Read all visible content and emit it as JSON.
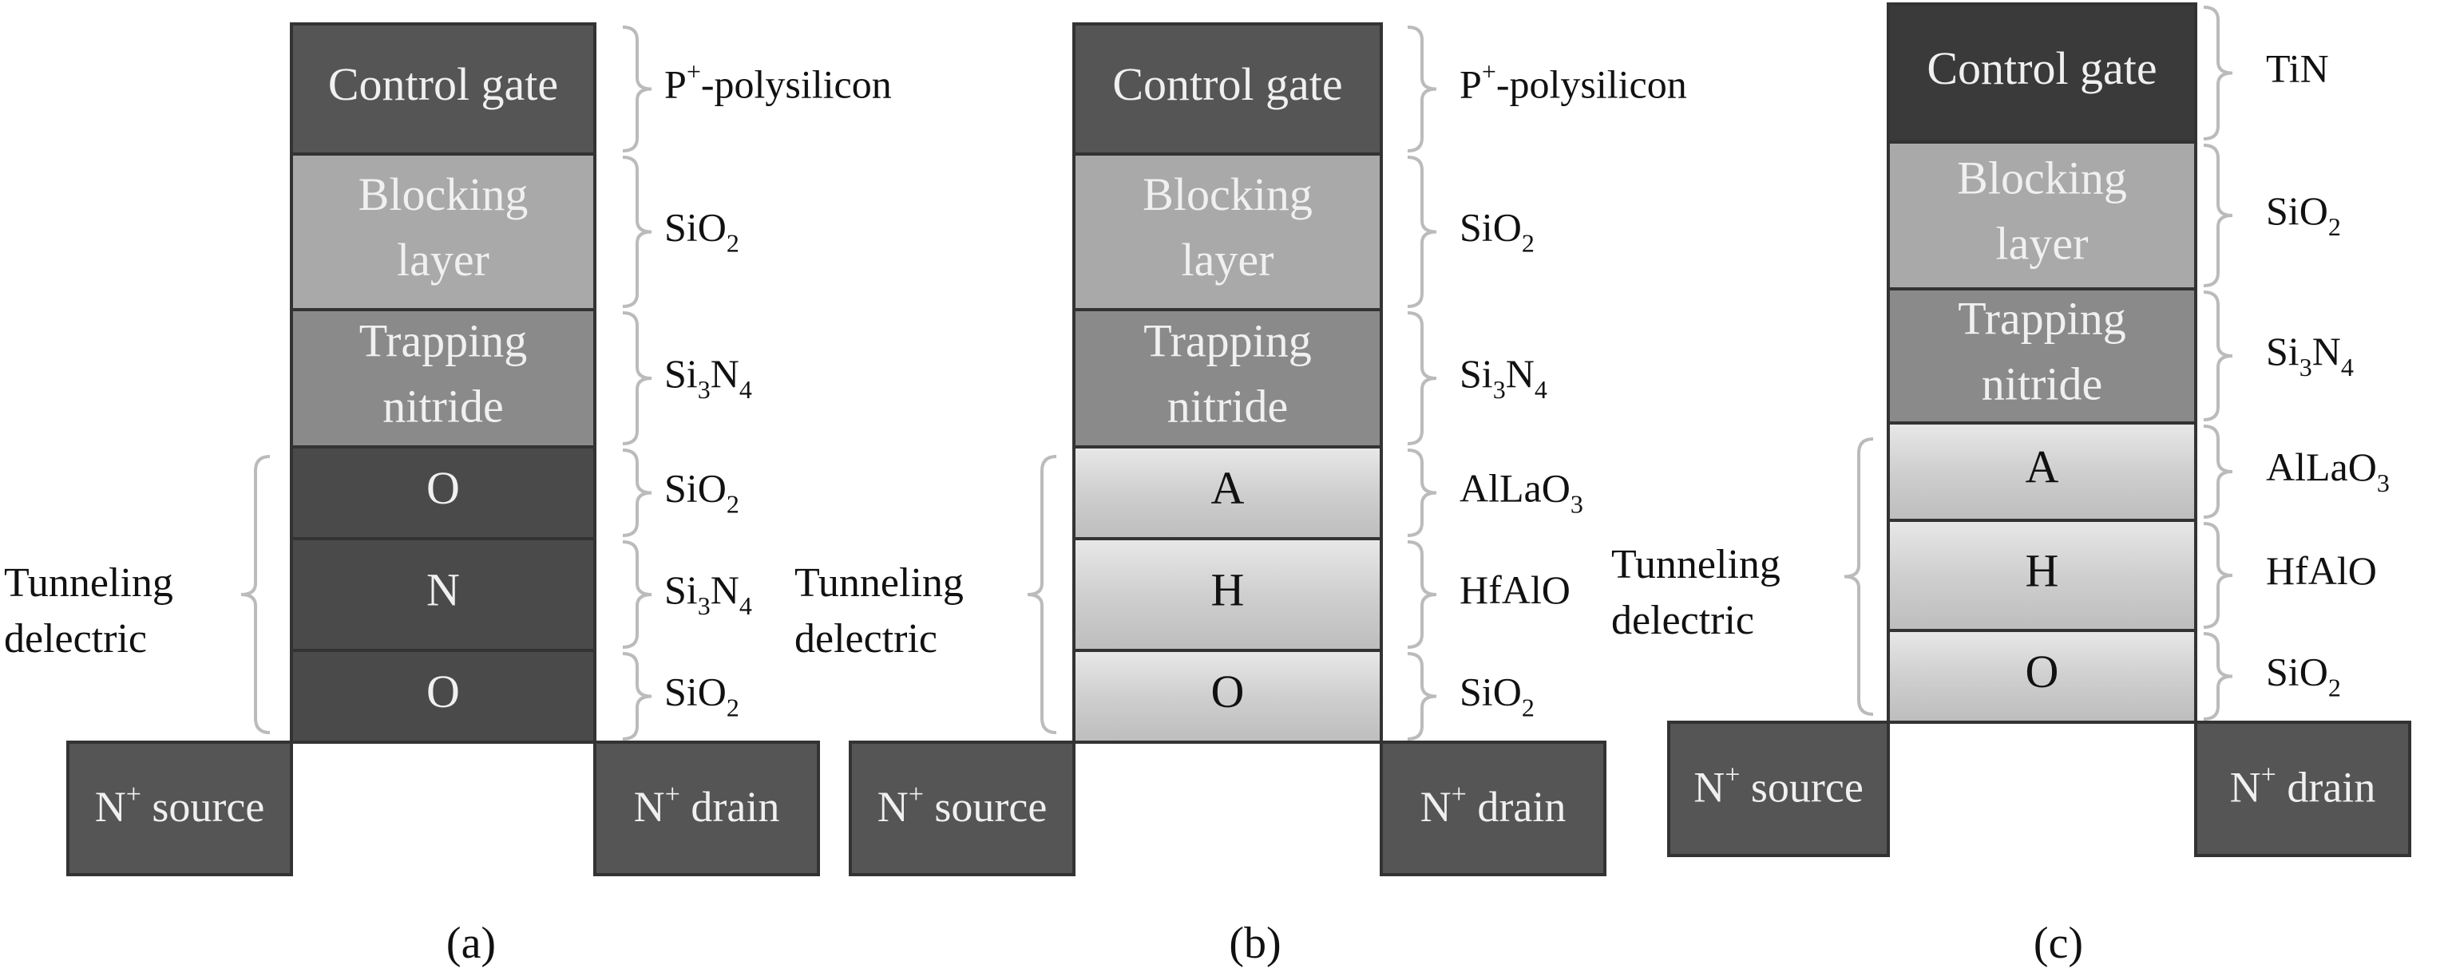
{
  "colors": {
    "gate": "#555555",
    "gate_tin": "#3a3a3a",
    "blocking": "#a9a9a9",
    "trapping": "#8a8a8a",
    "dark_layer": "#4a4a4a",
    "light_layer": "#d0d0d0",
    "contact": "#555555",
    "bracket": "#bbbbbb",
    "text_light": "#f0f0f0",
    "text_dark": "#111111"
  },
  "panels": [
    {
      "caption": "(a)",
      "layers": [
        {
          "text": [
            "Control gate"
          ],
          "material": "P",
          "material_sup": "+",
          "material_rest": "-polysilicon",
          "style": "gate"
        },
        {
          "text": [
            "Blocking",
            "layer"
          ],
          "material": "SiO",
          "material_sub": "2",
          "style": "blocking"
        },
        {
          "text": [
            "Trapping",
            "nitride"
          ],
          "material": "Si",
          "material_sub": "3",
          "material_mid": "N",
          "material_sub2": "4",
          "style": "trapping"
        },
        {
          "text": [
            "O"
          ],
          "material": "SiO",
          "material_sub": "2",
          "style": "dark"
        },
        {
          "text": [
            "N"
          ],
          "material": "Si",
          "material_sub": "3",
          "material_mid": "N",
          "material_sub2": "4",
          "style": "dark"
        },
        {
          "text": [
            "O"
          ],
          "material": "SiO",
          "material_sub": "2",
          "style": "dark"
        }
      ],
      "tunneling_label": [
        "Tunneling",
        "delectric"
      ],
      "source": {
        "prefix": "N",
        "sup": "+",
        "rest": " source"
      },
      "drain": {
        "prefix": "N",
        "sup": "+",
        "rest": " drain"
      }
    },
    {
      "caption": "(b)",
      "layers": [
        {
          "text": [
            "Control gate"
          ],
          "material": "P",
          "material_sup": "+",
          "material_rest": "-polysilicon",
          "style": "gate"
        },
        {
          "text": [
            "Blocking",
            "layer"
          ],
          "material": "SiO",
          "material_sub": "2",
          "style": "blocking"
        },
        {
          "text": [
            "Trapping",
            "nitride"
          ],
          "material": "Si",
          "material_sub": "3",
          "material_mid": "N",
          "material_sub2": "4",
          "style": "trapping"
        },
        {
          "text": [
            "A"
          ],
          "material": "AlLaO",
          "material_sub": "3",
          "style": "light"
        },
        {
          "text": [
            "H"
          ],
          "material": "HfAlO",
          "style": "light"
        },
        {
          "text": [
            "O"
          ],
          "material": "SiO",
          "material_sub": "2",
          "style": "light"
        }
      ],
      "tunneling_label": [
        "Tunneling",
        "delectric"
      ],
      "source": {
        "prefix": "N",
        "sup": "+",
        "rest": " source"
      },
      "drain": {
        "prefix": "N",
        "sup": "+",
        "rest": " drain"
      }
    },
    {
      "caption": "(c)",
      "layers": [
        {
          "text": [
            "Control gate"
          ],
          "material": "TiN",
          "style": "gate_tin"
        },
        {
          "text": [
            "Blocking",
            "layer"
          ],
          "material": "SiO",
          "material_sub": "2",
          "style": "blocking"
        },
        {
          "text": [
            "Trapping",
            "nitride"
          ],
          "material": "Si",
          "material_sub": "3",
          "material_mid": "N",
          "material_sub2": "4",
          "style": "trapping"
        },
        {
          "text": [
            "A"
          ],
          "material": "AlLaO",
          "material_sub": "3",
          "style": "light"
        },
        {
          "text": [
            "H"
          ],
          "material": "HfAlO",
          "style": "light"
        },
        {
          "text": [
            "O"
          ],
          "material": "SiO",
          "material_sub": "2",
          "style": "light"
        }
      ],
      "tunneling_label": [
        "Tunneling",
        "delectric"
      ],
      "source": {
        "prefix": "N",
        "sup": "+",
        "rest": " source"
      },
      "drain": {
        "prefix": "N",
        "sup": "+",
        "rest": " drain"
      }
    }
  ]
}
